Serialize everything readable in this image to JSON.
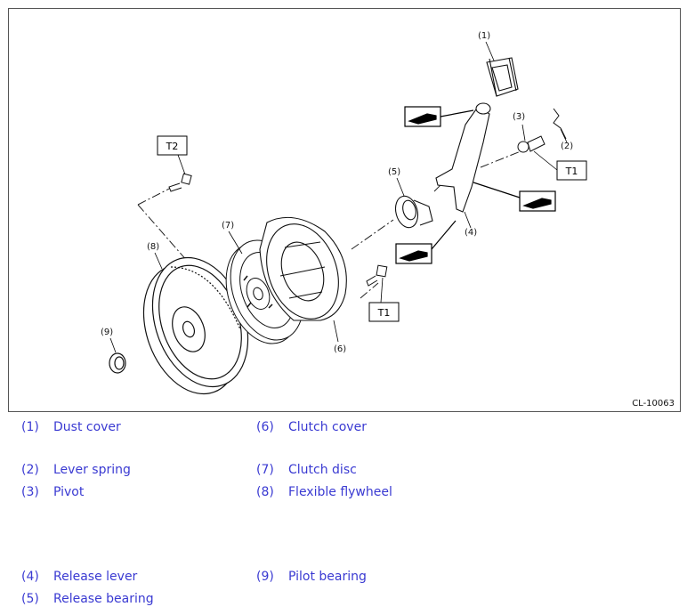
{
  "figure": {
    "code": "CL-10063",
    "callouts": [
      "(1)",
      "(2)",
      "(3)",
      "(4)",
      "(5)",
      "(6)",
      "(7)",
      "(8)",
      "(9)"
    ],
    "torque_tags": {
      "t1": "T1",
      "t2": "T2"
    }
  },
  "legend": [
    {
      "num": "(1)",
      "label": "Dust cover"
    },
    {
      "num": "(6)",
      "label": "Clutch cover"
    },
    {
      "num": "(2)",
      "label": "Lever spring"
    },
    {
      "num": "(7)",
      "label": "Clutch disc"
    },
    {
      "num": "(3)",
      "label": "Pivot"
    },
    {
      "num": "(8)",
      "label": "Flexible flywheel"
    },
    {
      "num": "(4)",
      "label": "Release lever"
    },
    {
      "num": "(9)",
      "label": "Pilot bearing"
    },
    {
      "num": "(5)",
      "label": "Release bearing"
    }
  ]
}
